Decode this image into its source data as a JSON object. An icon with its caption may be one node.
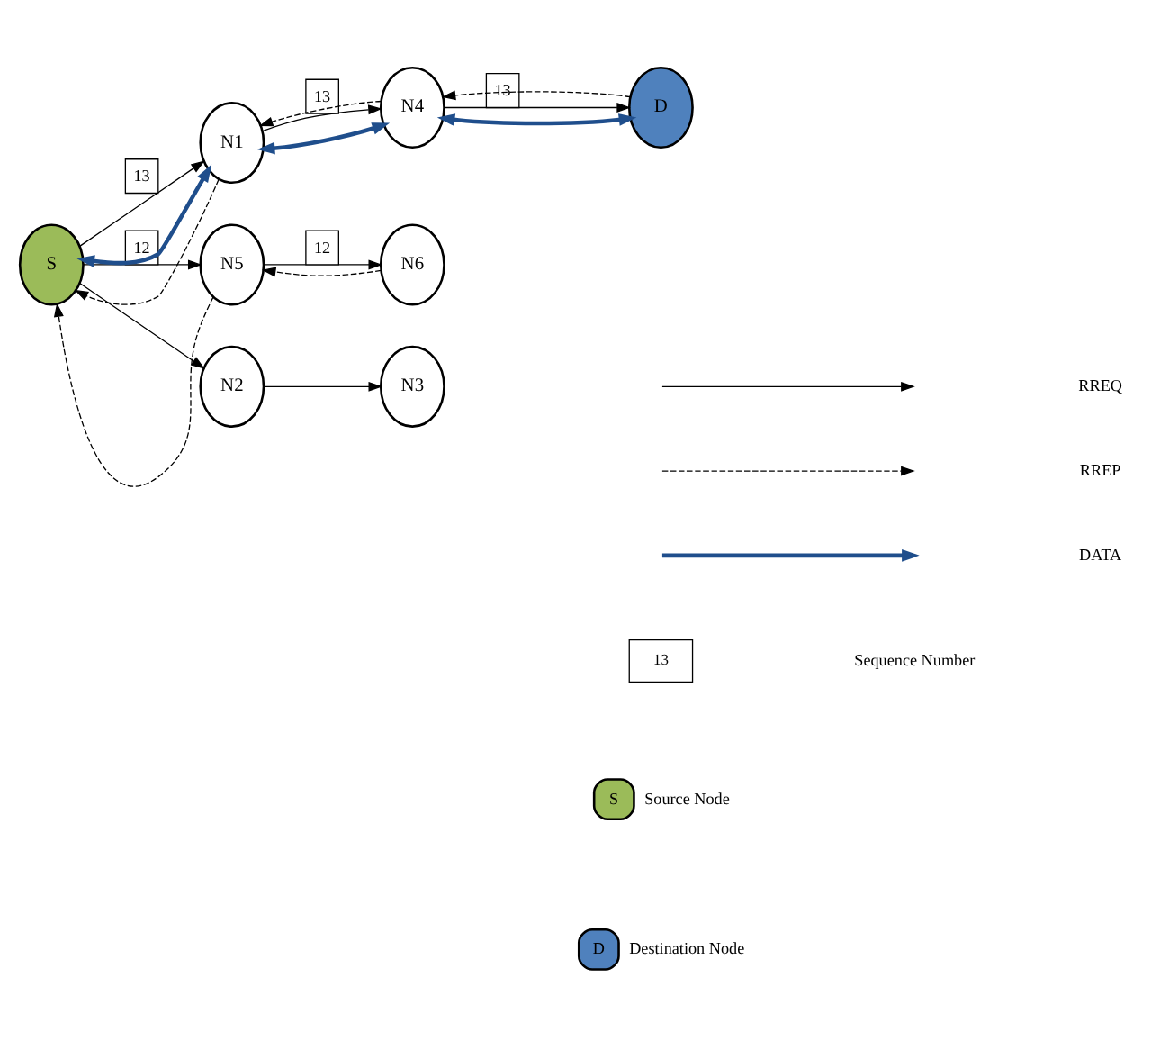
{
  "diagram": {
    "nodes": [
      {
        "text": [
          "S"
        ]
      },
      {
        "text": [
          "N1"
        ]
      },
      {
        "text": [
          "N4"
        ]
      },
      {
        "text": [
          "D"
        ]
      },
      {
        "text": [
          "N5"
        ]
      },
      {
        "text": [
          "N6"
        ]
      },
      {
        "text": [
          "N2"
        ]
      },
      {
        "text": [
          "N3"
        ]
      }
    ],
    "edges": [
      {
        "from": 0,
        "to": 1,
        "arrow": "to",
        "label": "13"
      },
      {
        "from": 1,
        "to": 0,
        "arrow": "to",
        "style": "dashed"
      },
      {
        "from": 1,
        "to": 0,
        "arrow": "both",
        "style": "thick",
        "color": "#1f4e8c"
      },
      {
        "from": 1,
        "to": 2,
        "arrow": "to",
        "label": "13"
      },
      {
        "from": 2,
        "to": 1,
        "arrow": "to",
        "style": "dashed"
      },
      {
        "from": 1,
        "to": 2,
        "arrow": "both",
        "style": "thick",
        "color": "#1f4e8c"
      },
      {
        "from": 2,
        "to": 3,
        "arrow": "to",
        "label": "13"
      },
      {
        "from": 3,
        "to": 2,
        "arrow": "to",
        "style": "dashed"
      },
      {
        "from": 2,
        "to": 3,
        "arrow": "both",
        "style": "thick",
        "color": "#1f4e8c"
      },
      {
        "from": 0,
        "to": 4,
        "arrow": "to",
        "label": "12"
      },
      {
        "from": 4,
        "to": 0,
        "arrow": "to",
        "style": "dashed"
      },
      {
        "from": 4,
        "to": 5,
        "arrow": "to",
        "label": "12"
      },
      {
        "from": 5,
        "to": 4,
        "arrow": "to",
        "style": "dashed"
      },
      {
        "from": 0,
        "to": 6,
        "arrow": "to"
      },
      {
        "from": 6,
        "to": 7,
        "arrow": "to"
      }
    ],
    "labels": [
      "S",
      "D",
      "13"
    ],
    "legend": [
      {
        "text": "RREQ"
      },
      {
        "text": "RREP"
      },
      {
        "text": "DATA"
      },
      {
        "text": "Sequence Number"
      },
      {
        "text": "Source Node",
        "color": "#9bbb59"
      },
      {
        "text": "Destination Node",
        "color": "#4f81bd"
      }
    ]
  }
}
